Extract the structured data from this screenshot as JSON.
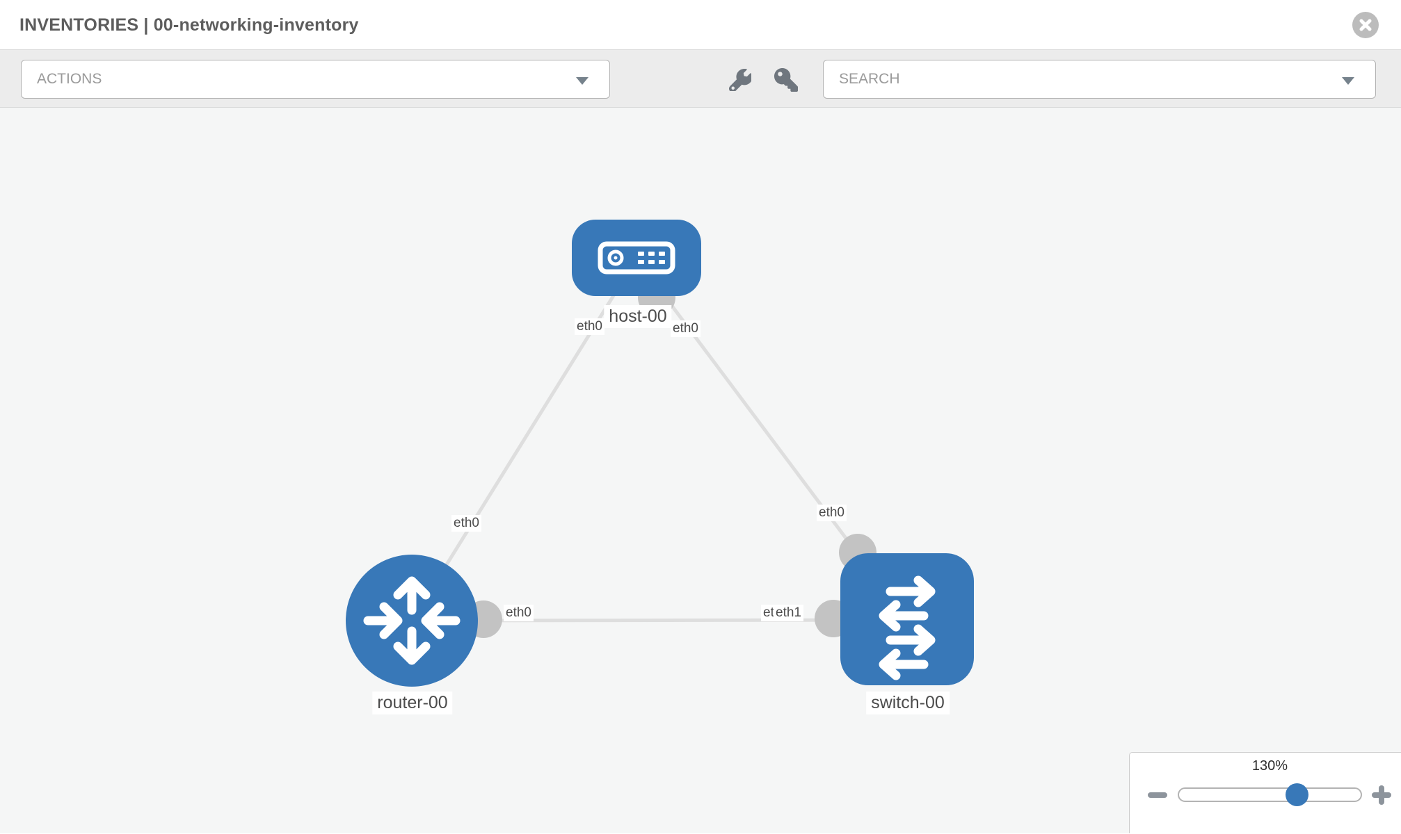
{
  "header": {
    "title": "INVENTORIES | 00-networking-inventory"
  },
  "toolbar": {
    "actions_label": "ACTIONS",
    "search_label": "SEARCH"
  },
  "diagram": {
    "nodes": [
      {
        "id": "host-00",
        "label": "host-00",
        "type": "host"
      },
      {
        "id": "router-00",
        "label": "router-00",
        "type": "router"
      },
      {
        "id": "switch-00",
        "label": "switch-00",
        "type": "switch"
      }
    ],
    "links": [
      {
        "source": "host-00",
        "target": "router-00",
        "source_interface": "eth0",
        "target_interface": "eth0"
      },
      {
        "source": "host-00",
        "target": "switch-00",
        "source_interface": "eth0",
        "target_interface": "eth0"
      },
      {
        "source": "router-00",
        "target": "switch-00",
        "source_interface": "eth0",
        "target_interface": "eth1"
      }
    ],
    "occluded_interface_label": "eth0"
  },
  "zoom_control": {
    "level": "130%"
  },
  "colors": {
    "node_blue": "#3878b8",
    "link_gray": "#dedede",
    "port_gray": "#c3c3c3",
    "canvas_bg": "#f5f6f6",
    "toolbar_bg": "#ececec",
    "header_text": "#5d5d5d",
    "slider_knob_blue": "#3878b8"
  }
}
